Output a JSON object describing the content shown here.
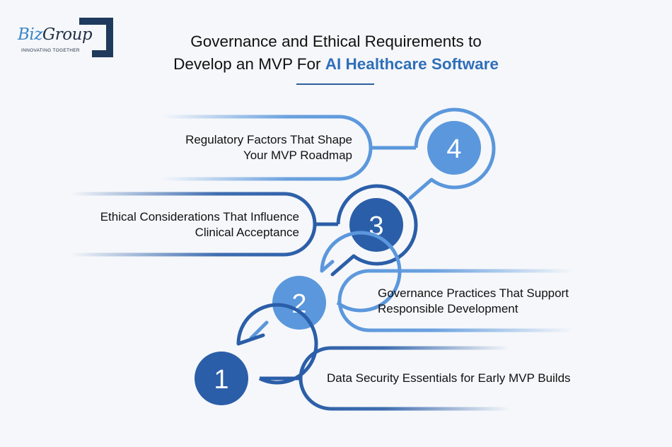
{
  "logo": {
    "brand_part1": "Biz",
    "brand_part2": "Group",
    "tagline": "INNOVATING TOGETHER"
  },
  "header": {
    "title_line1": "Governance and Ethical Requirements to",
    "title_line2_plain": "Develop an MVP For ",
    "title_line2_highlight": "AI Healthcare Software"
  },
  "colors": {
    "light_blue": "#5b97dc",
    "dark_blue": "#2b5ea8",
    "highlight": "#2f6fb8",
    "background": "#f5f7fa"
  },
  "steps": [
    {
      "number": "1",
      "label": "Data Security Essentials for Early MVP Builds",
      "color": "#2b5ea8"
    },
    {
      "number": "2",
      "label_line1": "Governance Practices That Support",
      "label_line2": "Responsible Development",
      "color": "#5b97dc"
    },
    {
      "number": "3",
      "label_line1": "Ethical Considerations That Influence",
      "label_line2": "Clinical Acceptance",
      "color": "#2b5ea8"
    },
    {
      "number": "4",
      "label_line1": "Regulatory Factors That Shape",
      "label_line2": "Your MVP Roadmap",
      "color": "#5b97dc"
    }
  ]
}
